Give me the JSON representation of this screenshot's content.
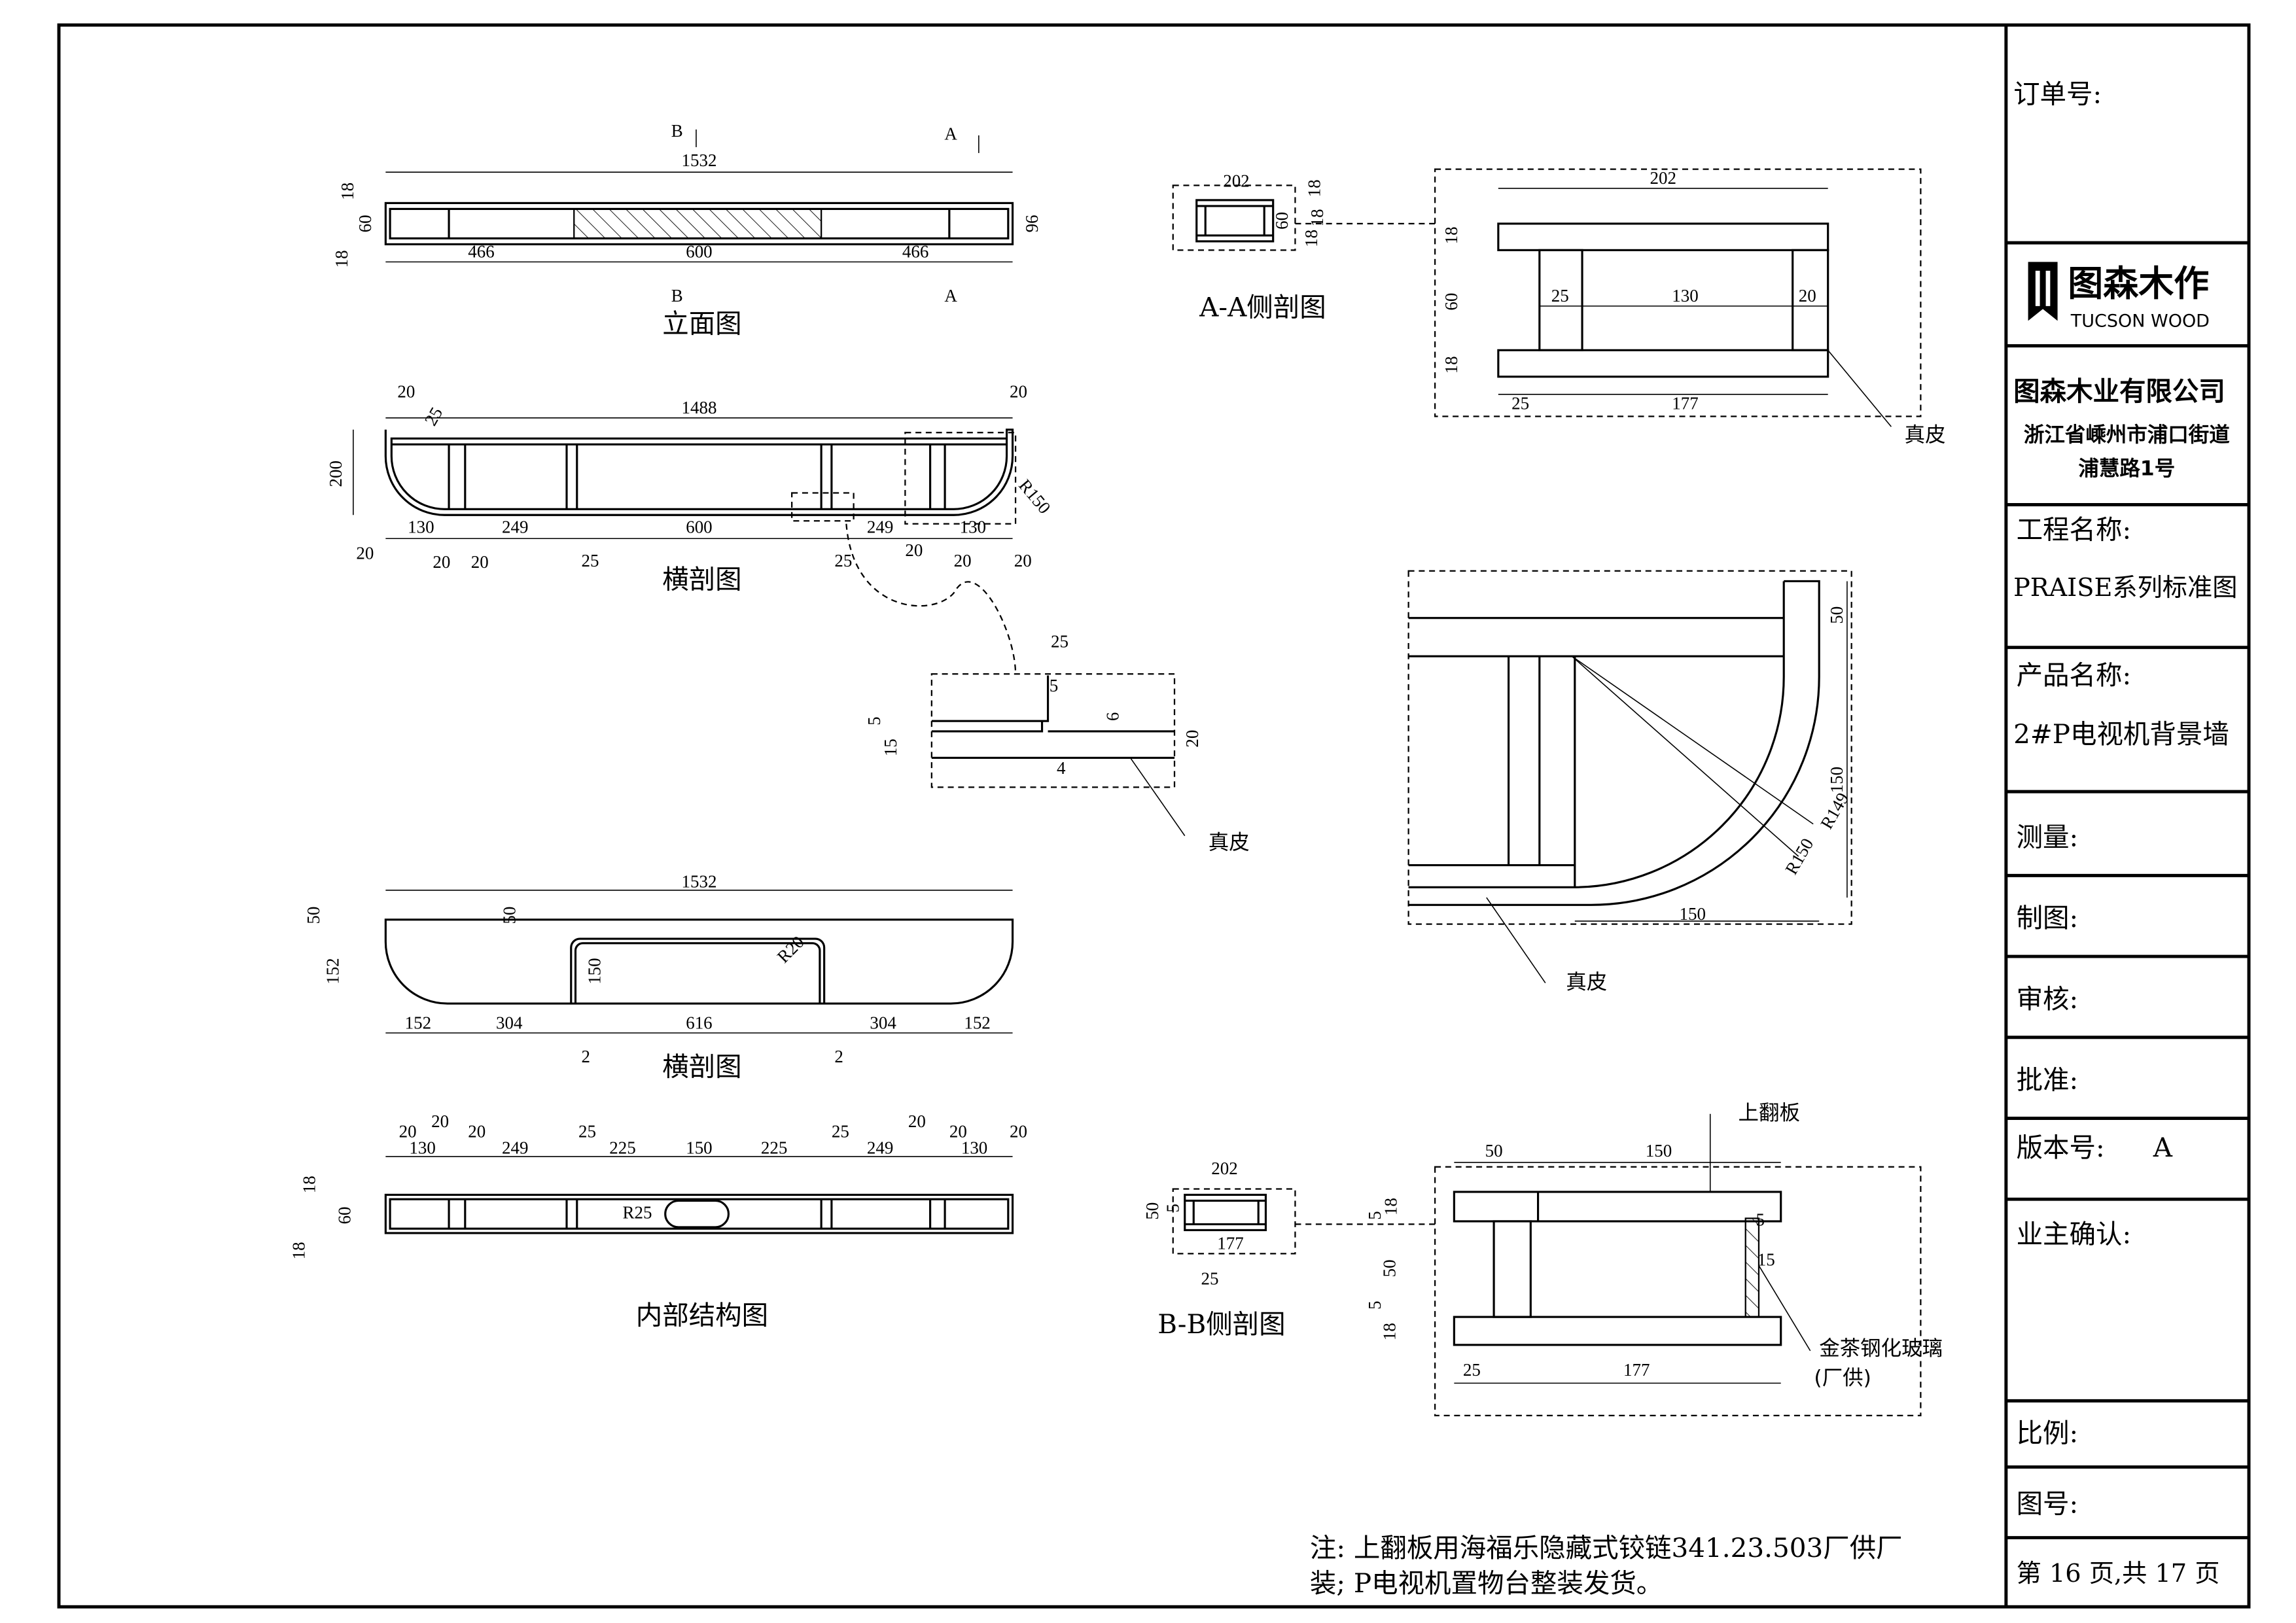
{
  "title_block": {
    "order_no_label": "订单号:",
    "logo_cn": "图森木作",
    "logo_en": "TUCSON WOOD",
    "company": "图森木业有限公司",
    "address_line1": "浙江省嵊州市浦口街道",
    "address_line2": "浦慧路1号",
    "project_label": "工程名称:",
    "project_value": "PRAISE系列标准图",
    "product_label": "产品名称:",
    "product_value": "2#P电视机背景墙",
    "measure_label": "测量:",
    "draw_label": "制图:",
    "review_label": "审核:",
    "approve_label": "批准:",
    "version_label": "版本号:",
    "version_value": "A",
    "owner_label": "业主确认:",
    "scale_label": "比例:",
    "drawing_no_label": "图号:",
    "page_info": "第 16 页,共 17 页"
  },
  "view_titles": [
    "立面图",
    "横剖图",
    "横剖图",
    "内部结构图",
    "A-A侧剖图",
    "B-B侧剖图"
  ],
  "note": {
    "line1": "注: 上翻板用海福乐隐藏式铰链341.23.503厂供厂",
    "line2": "装; P电视机置物台整装发货。"
  },
  "dims": [
    "1532",
    "18",
    "60",
    "18",
    "96",
    "466",
    "600",
    "466",
    "B",
    "A",
    "B",
    "A",
    "20",
    "25",
    "1488",
    "20",
    "200",
    "R150",
    "130",
    "249",
    "600",
    "249",
    "130",
    "20",
    "20",
    "20",
    "25",
    "25",
    "20",
    "20",
    "20",
    "25",
    "5",
    "6",
    "5",
    "15",
    "20",
    "4",
    "真皮",
    "202",
    "18",
    "60",
    "18",
    "18",
    "202",
    "18",
    "60",
    "18",
    "25",
    "130",
    "20",
    "25",
    "177",
    "真皮",
    "50",
    "150",
    "R149",
    "R150",
    "150",
    "真皮",
    "1532",
    "50",
    "50",
    "152",
    "150",
    "R20",
    "152",
    "304",
    "616",
    "304",
    "152",
    "2",
    "2",
    "20",
    "130",
    "20",
    "20",
    "249",
    "25",
    "225",
    "150",
    "225",
    "25",
    "249",
    "20",
    "20",
    "130",
    "20",
    "18",
    "60",
    "18",
    "R25",
    "202",
    "50",
    "5",
    "177",
    "25",
    "上翻板",
    "50",
    "150",
    "5",
    "18",
    "50",
    "5",
    "18",
    "5",
    "15",
    "25",
    "177",
    "金茶钢化玻璃",
    "(厂供)"
  ]
}
